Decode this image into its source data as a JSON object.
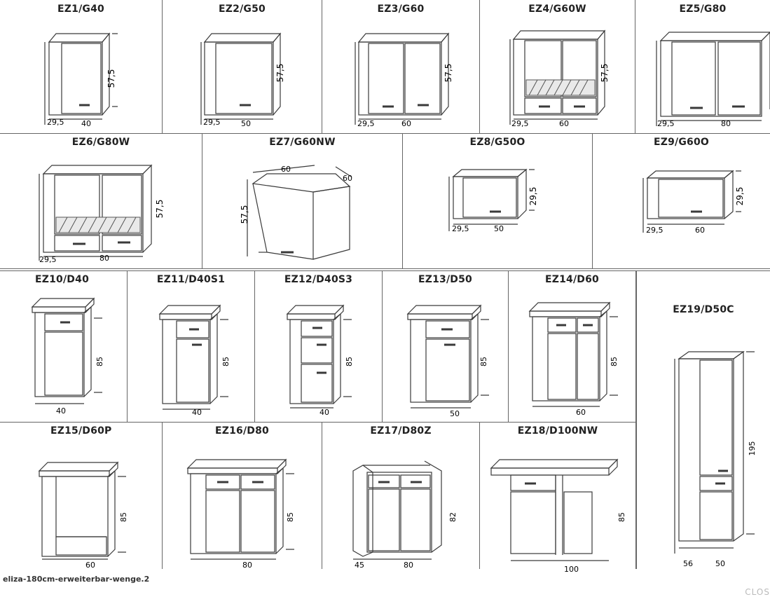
{
  "caption": "eliza-180cm-erweiterbar-wenge.2",
  "corner_text": "CLOS",
  "colors": {
    "line": "#3a3a3a",
    "grid": "#666666",
    "glass": "#e9e9e9"
  },
  "wall_units": [
    {
      "title": "EZ1/G40",
      "dims": [
        "57,5",
        "29,5",
        "40"
      ]
    },
    {
      "title": "EZ2/G50",
      "dims": [
        "57,5",
        "29,5",
        "50"
      ]
    },
    {
      "title": "EZ3/G60",
      "dims": [
        "57,5",
        "29,5",
        "60"
      ]
    },
    {
      "title": "EZ4/G60W",
      "dims": [
        "57,5",
        "29,5",
        "60"
      ]
    },
    {
      "title": "EZ5/G80",
      "dims": [
        "29,5",
        "80"
      ]
    },
    {
      "title": "EZ6/G80W",
      "dims": [
        "57,5",
        "29,5",
        "80"
      ]
    },
    {
      "title": "EZ7/G60NW",
      "dims": [
        "60",
        "60",
        "57,5"
      ]
    },
    {
      "title": "EZ8/G50O",
      "dims": [
        "29,5",
        "29,5",
        "50"
      ]
    },
    {
      "title": "EZ9/G60O",
      "dims": [
        "29,5",
        "29,5",
        "60"
      ]
    }
  ],
  "base_units": [
    {
      "title": "EZ10/D40",
      "dims": [
        "85",
        "40"
      ]
    },
    {
      "title": "EZ11/D40S1",
      "dims": [
        "85",
        "40"
      ]
    },
    {
      "title": "EZ12/D40S3",
      "dims": [
        "85",
        "40"
      ]
    },
    {
      "title": "EZ13/D50",
      "dims": [
        "85",
        "50"
      ]
    },
    {
      "title": "EZ14/D60",
      "dims": [
        "85",
        "60"
      ]
    },
    {
      "title": "EZ15/D60P",
      "dims": [
        "85",
        "60"
      ]
    },
    {
      "title": "EZ16/D80",
      "dims": [
        "85",
        "80"
      ]
    },
    {
      "title": "EZ17/D80Z",
      "dims": [
        "82",
        "45",
        "80"
      ]
    },
    {
      "title": "EZ18/D100NW",
      "dims": [
        "85",
        "100"
      ]
    },
    {
      "title": "EZ19/D50C",
      "dims": [
        "195",
        "56",
        "50"
      ]
    }
  ]
}
